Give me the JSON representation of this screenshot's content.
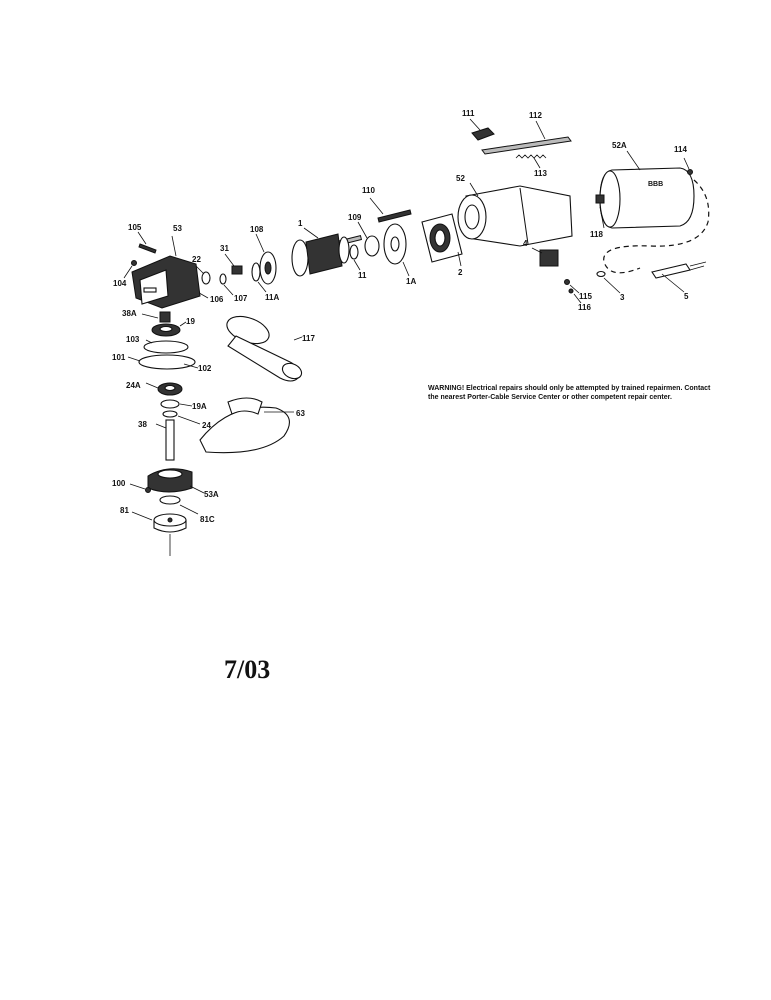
{
  "warning_text": "WARNING! Electrical repairs should only be attempted by trained repairmen. Contact the nearest Porter-Cable Service Center or other competent repair center.",
  "date_code": "7/03",
  "part_callouts": {
    "p111": "111",
    "p112": "112",
    "p113": "113",
    "p114": "114",
    "p52A": "52A",
    "p52": "52",
    "p110": "110",
    "p109": "109",
    "p1": "1",
    "p108": "108",
    "p105": "105",
    "p53": "53",
    "p22": "22",
    "p31": "31",
    "p104": "104",
    "p106": "106",
    "p107": "107",
    "p11A": "11A",
    "p11": "11",
    "p1A": "1A",
    "p2": "2",
    "p4": "4",
    "p118": "118",
    "p3": "3",
    "p5": "5",
    "p115": "115",
    "p116": "116",
    "p38A": "38A",
    "p19": "19",
    "p103": "103",
    "p117": "117",
    "p101": "101",
    "p102": "102",
    "p24A": "24A",
    "p19A": "19A",
    "p63": "63",
    "p38": "38",
    "p24": "24",
    "p100": "100",
    "p53A": "53A",
    "p81": "81",
    "p81C": "81C"
  }
}
